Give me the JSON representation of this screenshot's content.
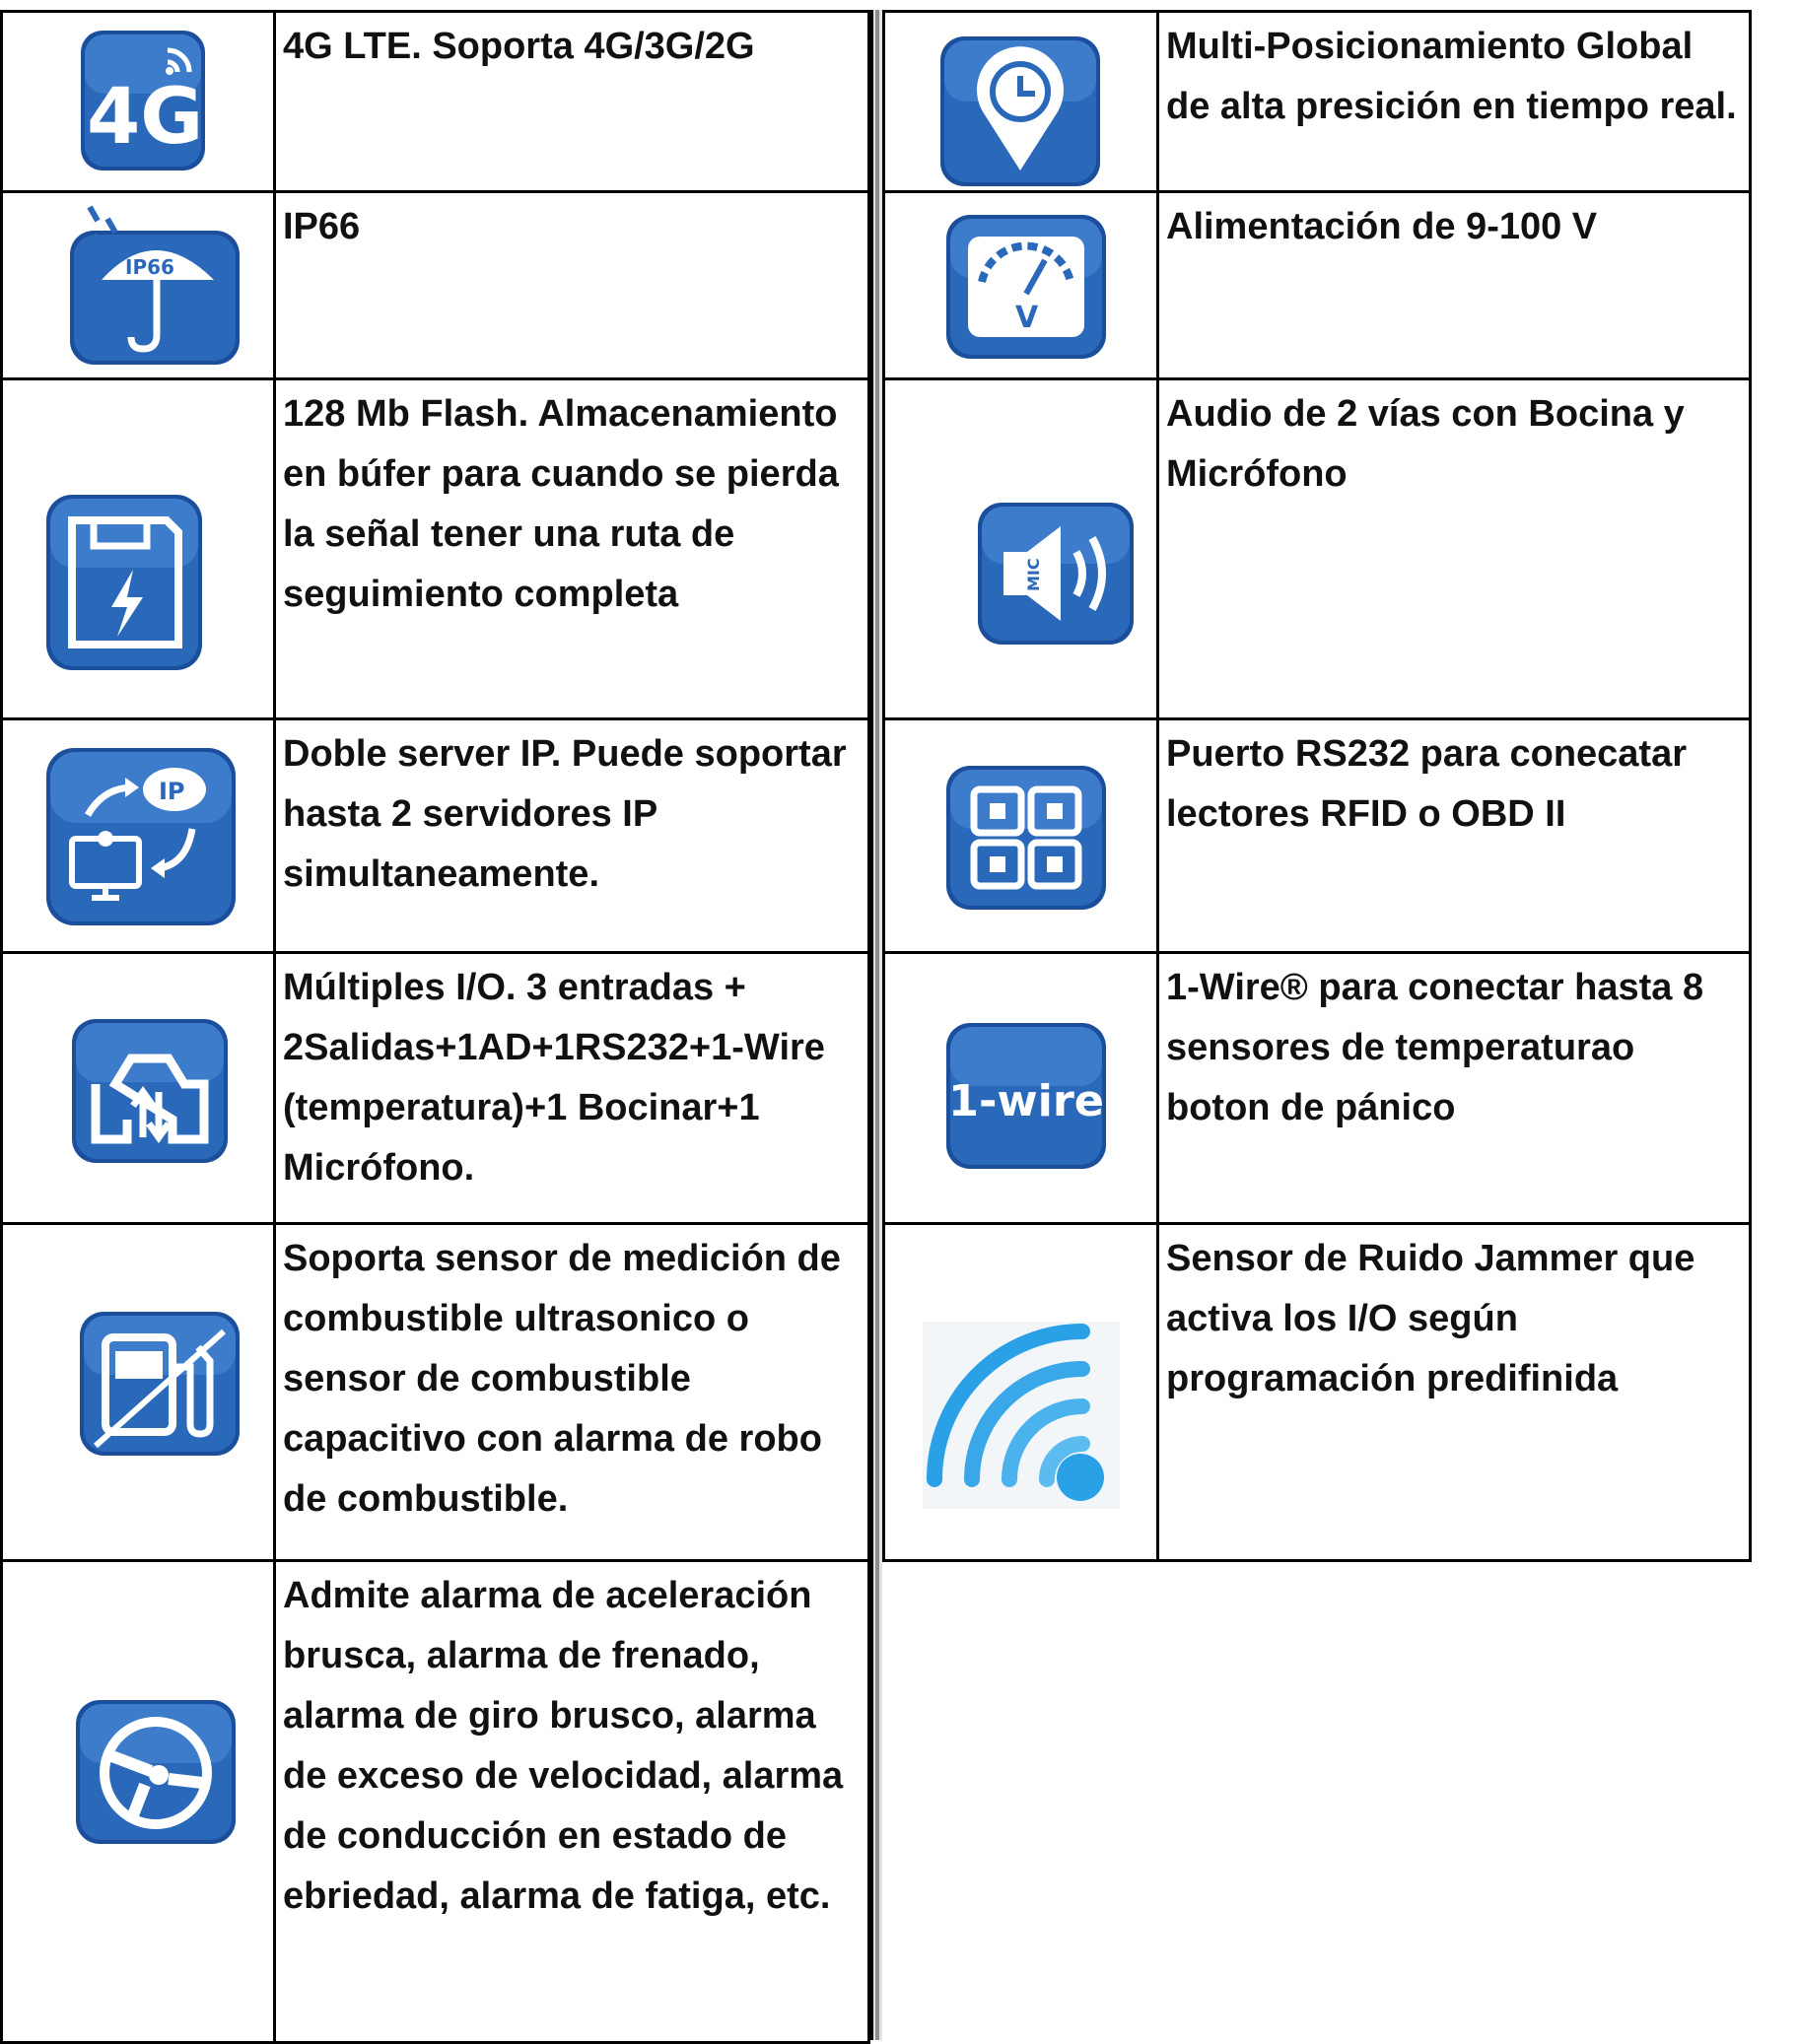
{
  "colors": {
    "tile_blue": "#2a64b4",
    "tile_dark": "#174a94",
    "tile_light": "#4a86d0",
    "jammer_blue": "#2aa0e6",
    "jammer_light": "#7cc6f0"
  },
  "left_rows": [
    {
      "icon": "4g-icon",
      "icon_text": "4G",
      "text": "4G LTE. Soporta 4G/3G/2G"
    },
    {
      "icon": "ip66-umbrella-icon",
      "icon_text": "IP66",
      "text": "IP66"
    },
    {
      "icon": "flash-storage-icon",
      "text": "128 Mb Flash. Almacenamiento en búfer para cuando se pierda la señal tener una ruta de seguimiento completa"
    },
    {
      "icon": "dual-server-ip-icon",
      "icon_text": "IP",
      "text": "Doble server IP. Puede soportar hasta 2 servidores IP simultaneamente."
    },
    {
      "icon": "io-port-icon",
      "text": "Múltiples I/O. 3 entradas + 2Salidas+1AD+1RS232+1-Wire (temperatura)+1 Bocinar+1 Micrófono."
    },
    {
      "icon": "fuel-pump-icon",
      "text": "Soporta  sensor de medición de combustible ultrasonico o sensor de combustible capacitivo con alarma de robo de combustible."
    },
    {
      "icon": "steering-wheel-icon",
      "text": "Admite alarma de aceleración brusca, alarma de frenado, alarma de giro brusco, alarma de exceso de velocidad, alarma de conducción en estado de ebriedad, alarma de fatiga, etc."
    }
  ],
  "right_rows": [
    {
      "icon": "location-pin-clock-icon",
      "text": "Multi-Posicionamiento Global de alta presición en tiempo real."
    },
    {
      "icon": "voltmeter-icon",
      "icon_text": "V",
      "text": "Alimentación de 9-100 V"
    },
    {
      "icon": "speaker-mic-icon",
      "icon_text": "MIC",
      "text": "Audio de 2 vías con Bocina y Micrófono"
    },
    {
      "icon": "rs232-port-icon",
      "text": "Puerto RS232 para conecatar lectores RFID o OBD II"
    },
    {
      "icon": "one-wire-icon",
      "icon_text": "1-wire",
      "text": "1-Wire® para conectar hasta 8 sensores de temperaturao boton de pánico"
    },
    {
      "icon": "jammer-signal-icon",
      "text": "Sensor de Ruido Jammer que activa los I/O según programación predifinida"
    }
  ]
}
